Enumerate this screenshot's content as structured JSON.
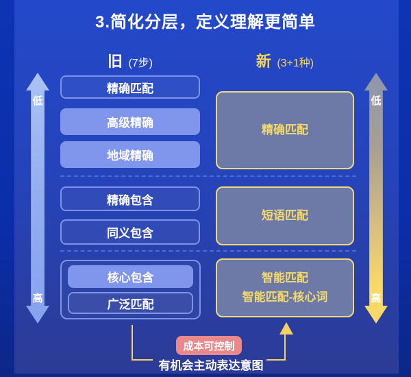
{
  "title": "3.简化分层，定义理解更简单",
  "headers": {
    "old": {
      "label": "旧",
      "sub": "(7步)"
    },
    "new": {
      "label": "新",
      "sub": "(3+1种)"
    }
  },
  "axes": {
    "left": {
      "top": "低",
      "bottom": "高"
    },
    "right": {
      "top": "低",
      "bottom": "高"
    }
  },
  "old_column": {
    "tier1": [
      "精确匹配",
      "高级精确",
      "地域精确"
    ],
    "tier2": [
      "精确包含",
      "同义包含"
    ],
    "tier3": [
      "核心包含",
      "广泛匹配"
    ]
  },
  "new_column": {
    "tier1": "精确匹配",
    "tier2": "短语匹配",
    "tier3_line1": "智能匹配",
    "tier3_line2": "智能匹配-核心词"
  },
  "footer": {
    "badge": "成本可控制",
    "caption": "有机会主动表达意图"
  },
  "colors": {
    "outer_bg": "#0b2dab",
    "panel_top": "#2348ca",
    "panel_bottom": "#2c3b95",
    "filled_box": "#8096ec",
    "outline_border": "#7b93ea",
    "dashed_line": "#4a6fe0",
    "new_box_fill": "#6d7aa8",
    "new_box_border": "#eed97c",
    "yellow_text": "#f2d96e",
    "new_header_text": "#f5d458",
    "badge_bg": "#e9898b",
    "connector": "#f2d262",
    "left_arrow": "#93adf0",
    "right_arrow_top": "#8d96ad",
    "right_arrow_bottom": "#f8d966"
  }
}
